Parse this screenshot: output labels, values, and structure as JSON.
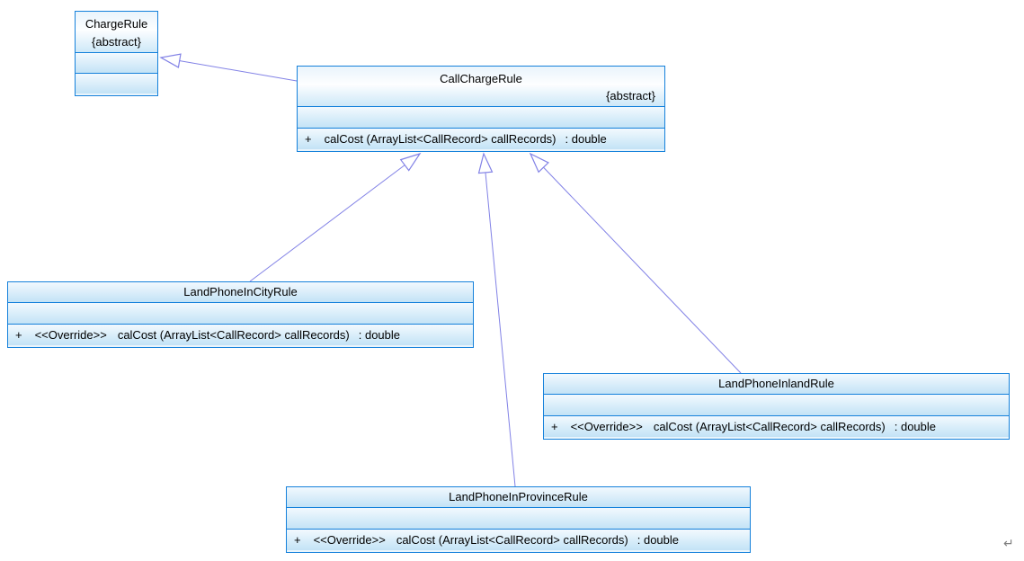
{
  "diagram": {
    "kind": "uml-class-diagram",
    "colors": {
      "box_border": "#1581db",
      "box_fill_top": "#f2f9fe",
      "box_fill_bottom": "#c3e3f6",
      "edge": "#8282e6",
      "text": "#000000",
      "return_mark": "#7f7f7f"
    },
    "classes": [
      {
        "name": "ChargeRule",
        "abstract_tag": "{abstract}",
        "attributes": [],
        "methods": []
      },
      {
        "name": "CallChargeRule",
        "abstract_tag": "{abstract}",
        "attributes": [],
        "methods": [
          {
            "visibility": "+",
            "signature": "calCost (ArrayList<CallRecord> callRecords)",
            "return_type": ": double"
          }
        ]
      },
      {
        "name": "LandPhoneInCityRule",
        "attributes": [],
        "methods": [
          {
            "visibility": "+",
            "stereotype": "<<Override>>",
            "signature": "calCost (ArrayList<CallRecord> callRecords)",
            "return_type": ": double"
          }
        ]
      },
      {
        "name": "LandPhoneInlandRule",
        "attributes": [],
        "methods": [
          {
            "visibility": "+",
            "stereotype": "<<Override>>",
            "signature": "calCost (ArrayList<CallRecord> callRecords)",
            "return_type": ": double"
          }
        ]
      },
      {
        "name": "LandPhoneInProvinceRule",
        "attributes": [],
        "methods": [
          {
            "visibility": "+",
            "stereotype": "<<Override>>",
            "signature": "calCost (ArrayList<CallRecord> callRecords)",
            "return_type": ": double"
          }
        ]
      }
    ],
    "relations": [
      {
        "type": "generalization",
        "from": "CallChargeRule",
        "to": "ChargeRule"
      },
      {
        "type": "generalization",
        "from": "LandPhoneInCityRule",
        "to": "CallChargeRule"
      },
      {
        "type": "generalization",
        "from": "LandPhoneInProvinceRule",
        "to": "CallChargeRule"
      },
      {
        "type": "generalization",
        "from": "LandPhoneInlandRule",
        "to": "CallChargeRule"
      }
    ],
    "return_mark": "↵"
  }
}
